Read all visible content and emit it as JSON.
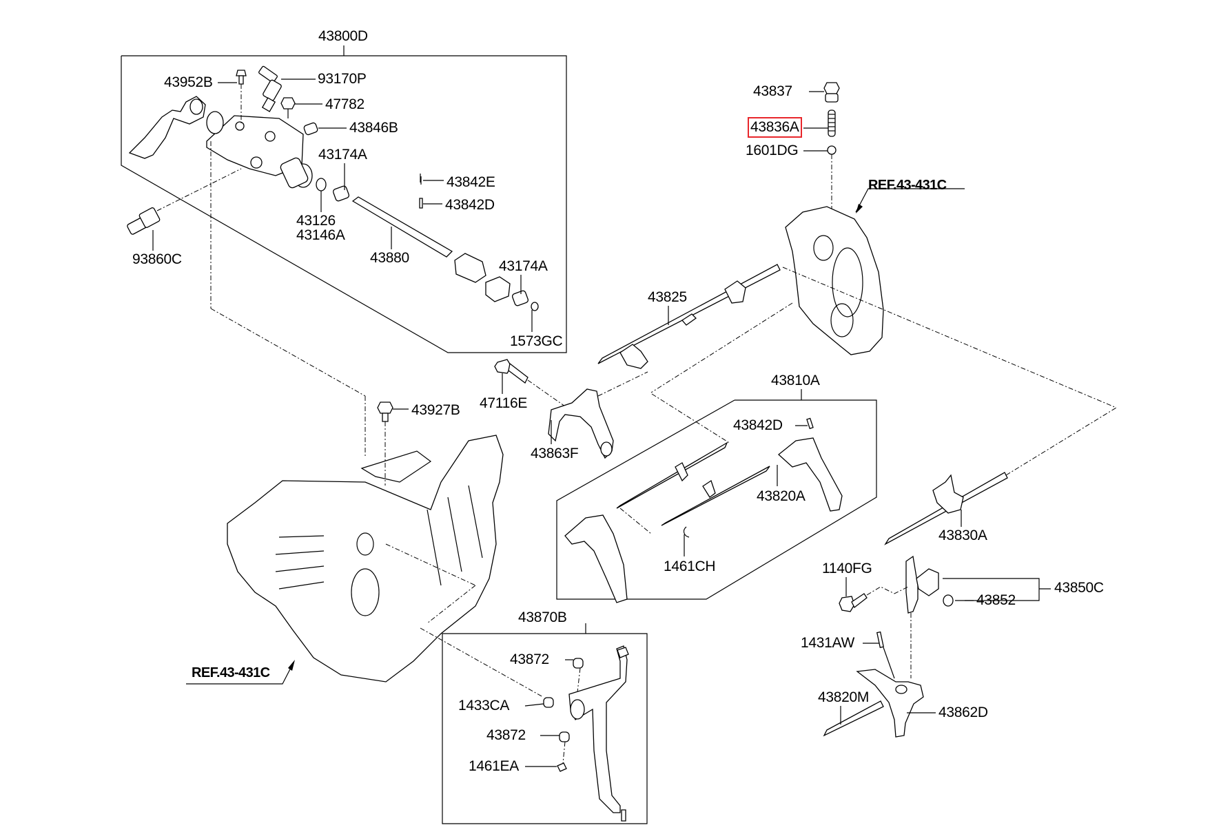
{
  "diagram": {
    "type": "exploded-parts-diagram",
    "subject": "manual transmission shift control / shift rail & fork assembly",
    "highlight_color": "#e8262b",
    "highlighted_part": "43836A",
    "references": {
      "ref_top": "REF.43-431C",
      "ref_bottom": "REF.43-431C"
    },
    "groups": {
      "control_housing": {
        "label": "43800D",
        "parts": [
          "43952B",
          "93170P",
          "47782",
          "43846B",
          "43174A",
          "43842E",
          "43842D",
          "43126",
          "43146A",
          "43880",
          "43174A",
          "1573GC"
        ]
      },
      "fork_set": {
        "label": "43810A",
        "parts": [
          "43842D",
          "43820A",
          "1461CH"
        ]
      },
      "lever_set": {
        "label": "43870B",
        "parts": [
          "43872",
          "1433CA",
          "43872",
          "1461EA"
        ]
      },
      "bracket_set": {
        "label": "43850C",
        "parts": [
          "43852"
        ]
      }
    },
    "labels": {
      "p43800D": "43800D",
      "p43952B": "43952B",
      "p93170P": "93170P",
      "p47782": "47782",
      "p43846B": "43846B",
      "p43174A_1": "43174A",
      "p43842E": "43842E",
      "p43842D_1": "43842D",
      "p43126": "43126",
      "p43146A": "43146A",
      "p43880": "43880",
      "p43174A_2": "43174A",
      "p1573GC": "1573GC",
      "p93860C": "93860C",
      "p43837": "43837",
      "p43836A": "43836A",
      "p1601DG": "1601DG",
      "p43825": "43825",
      "p47116E": "47116E",
      "p43863F": "43863F",
      "p43927B": "43927B",
      "p43810A": "43810A",
      "p43842D_2": "43842D",
      "p43820A": "43820A",
      "p1461CH": "1461CH",
      "p43830A": "43830A",
      "p1140FG": "1140FG",
      "p43850C": "43850C",
      "p43852": "43852",
      "p1431AW": "1431AW",
      "p43820M": "43820M",
      "p43862D": "43862D",
      "p43870B": "43870B",
      "p43872_1": "43872",
      "p1433CA": "1433CA",
      "p43872_2": "43872",
      "p1461EA": "1461EA"
    }
  }
}
